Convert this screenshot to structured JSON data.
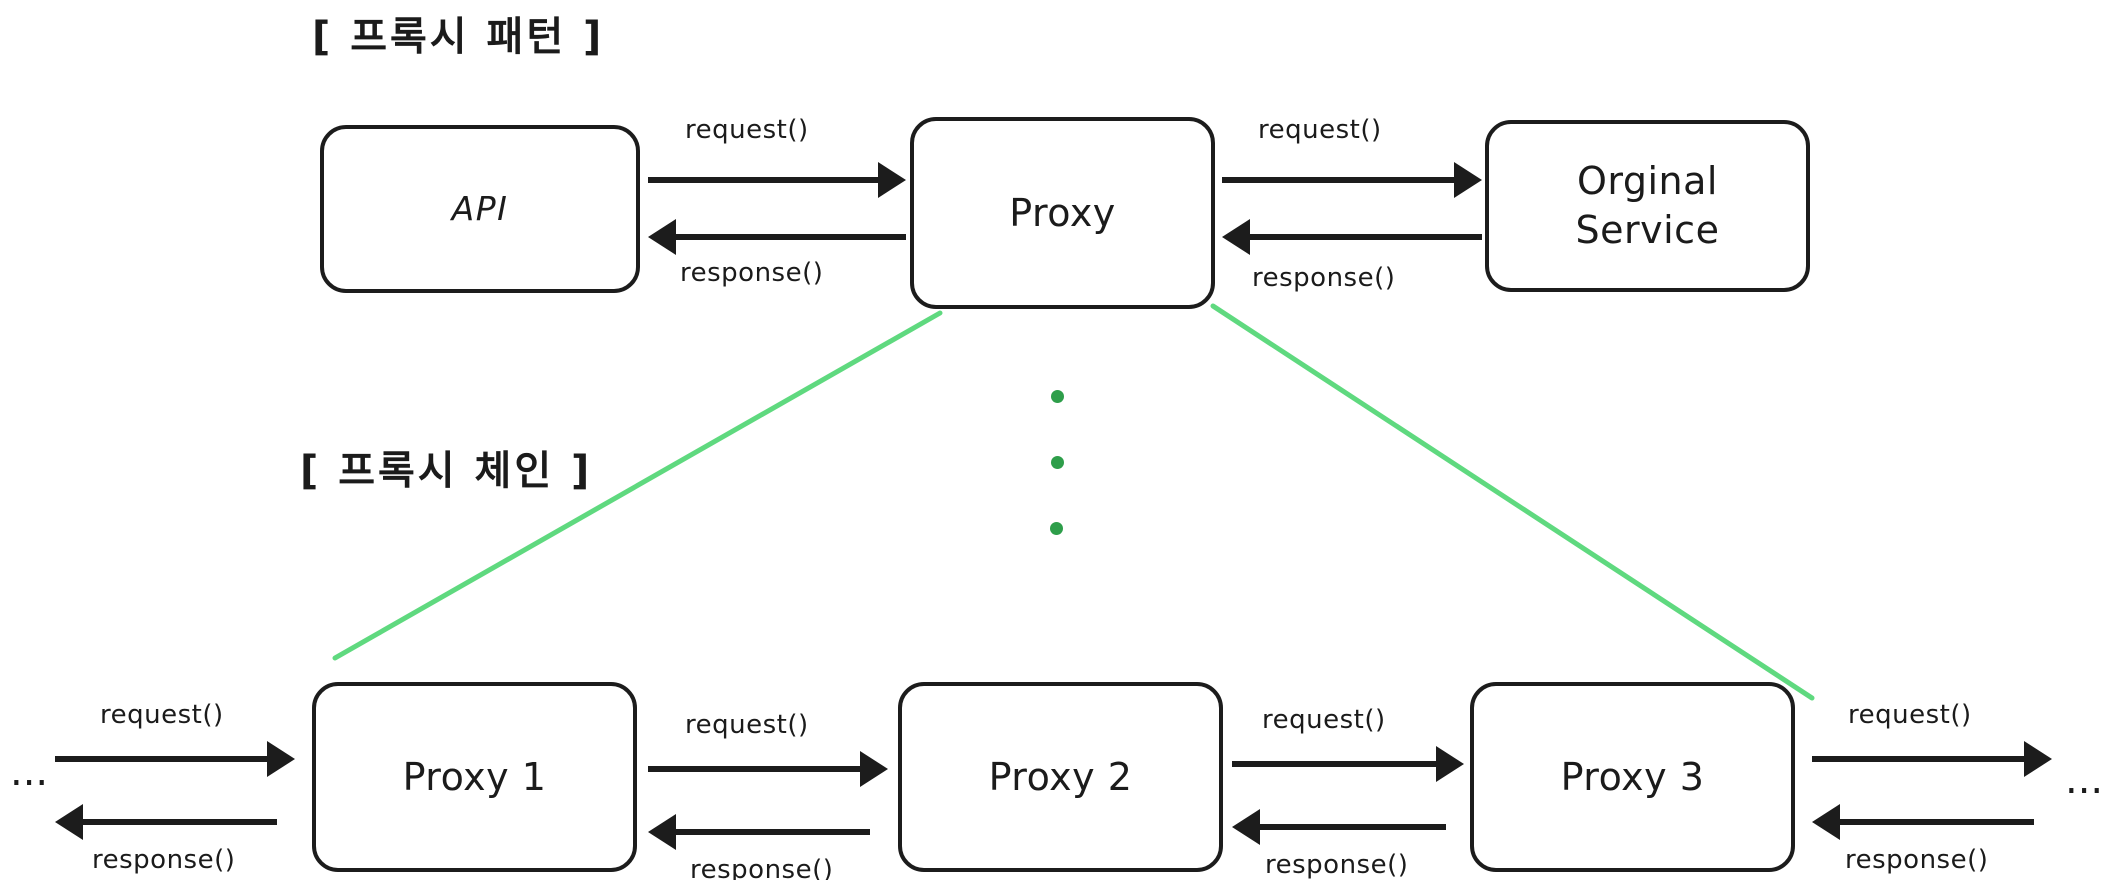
{
  "diagram": {
    "sections": [
      {
        "id": "proxy-pattern",
        "title": "[ 프록시 패턴 ]"
      },
      {
        "id": "proxy-chain",
        "title": "[ 프록시 체인 ]"
      }
    ],
    "nodes": {
      "api": {
        "label": "API"
      },
      "proxy": {
        "label": "Proxy"
      },
      "original": {
        "label": "Orginal\nService"
      },
      "proxy1": {
        "label": "Proxy 1"
      },
      "proxy2": {
        "label": "Proxy 2"
      },
      "proxy3": {
        "label": "Proxy 3"
      }
    },
    "edges": {
      "api_to_proxy": {
        "forward": "request()",
        "backward": "response()"
      },
      "proxy_to_original": {
        "forward": "request()",
        "backward": "response()"
      },
      "in_to_proxy1": {
        "forward": "request()",
        "backward": "response()"
      },
      "proxy1_to_proxy2": {
        "forward": "request()",
        "backward": "response()"
      },
      "proxy2_to_proxy3": {
        "forward": "request()",
        "backward": "response()"
      },
      "proxy3_to_out": {
        "forward": "request()",
        "backward": "response()"
      }
    },
    "ellipsis": {
      "left": "...",
      "right": "...",
      "vertical_dot_count": 3
    },
    "colors": {
      "stroke": "#1c1c1c",
      "text": "#1b1b1b",
      "background": "#ffffff",
      "connector_green": "#5fd97f",
      "dot_green": "#2e9e4a"
    }
  }
}
